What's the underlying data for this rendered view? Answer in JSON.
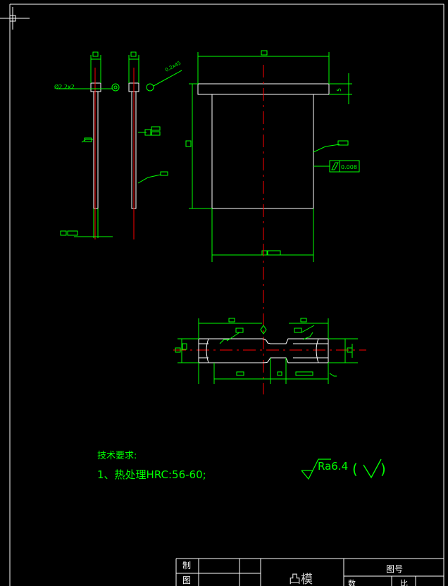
{
  "colors": {
    "background": "#000000",
    "outline": "#ffffff",
    "dimension": "#00ff00",
    "centerline": "#ff0000"
  },
  "annotations": {
    "pin_diameter": "Ø2.2x2",
    "pin_chamfer": "0.2x45",
    "flatness_value": "0.008",
    "flange_thickness": "5"
  },
  "tech_requirements": {
    "title": "技术要求:",
    "item1": "1、热处理HRC:56-60;"
  },
  "roughness": {
    "value": "Ra6.4",
    "paren_open": "(",
    "paren_close": ")"
  },
  "title_block": {
    "made_by": "制",
    "drawn_by": "图",
    "part_name": "凸模",
    "drawing_number_label": "图号",
    "quantity_label": "数",
    "scale_label": "比"
  },
  "icons": {
    "crosshair": "crosshair-cursor-icon",
    "roughness": "surface-roughness-icon"
  }
}
